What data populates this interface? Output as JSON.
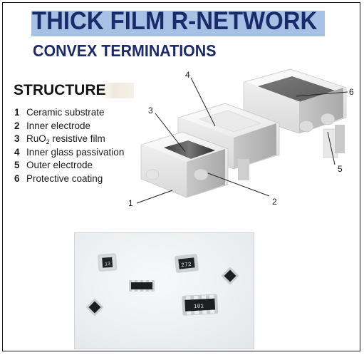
{
  "header": {
    "title": "THICK FILM R-NETWORK",
    "subtitle": "CONVEX TERMINATIONS"
  },
  "structure": {
    "heading": "STRUCTURE",
    "items": [
      {
        "num": "1",
        "label": "Ceramic substrate"
      },
      {
        "num": "2",
        "label": "Inner electrode"
      },
      {
        "num": "3",
        "label_pre": "RuO",
        "label_sub": "2",
        "label_post": " resistive film"
      },
      {
        "num": "4",
        "label": "Inner glass passivation"
      },
      {
        "num": "5",
        "label": "Outer electrode"
      },
      {
        "num": "6",
        "label": "Protective coating"
      }
    ]
  },
  "diagram": {
    "callouts": [
      "1",
      "2",
      "3",
      "4",
      "5",
      "6"
    ]
  },
  "photo": {
    "chip_markings": [
      "13",
      "272",
      "101"
    ]
  },
  "colors": {
    "title_text": "#1b2a6b",
    "title_highlight": "#a7c1e4",
    "resistive_film": "#2e2e2e",
    "protective_coating": "#6b6b6b",
    "ceramic": "#f2f2f2"
  }
}
